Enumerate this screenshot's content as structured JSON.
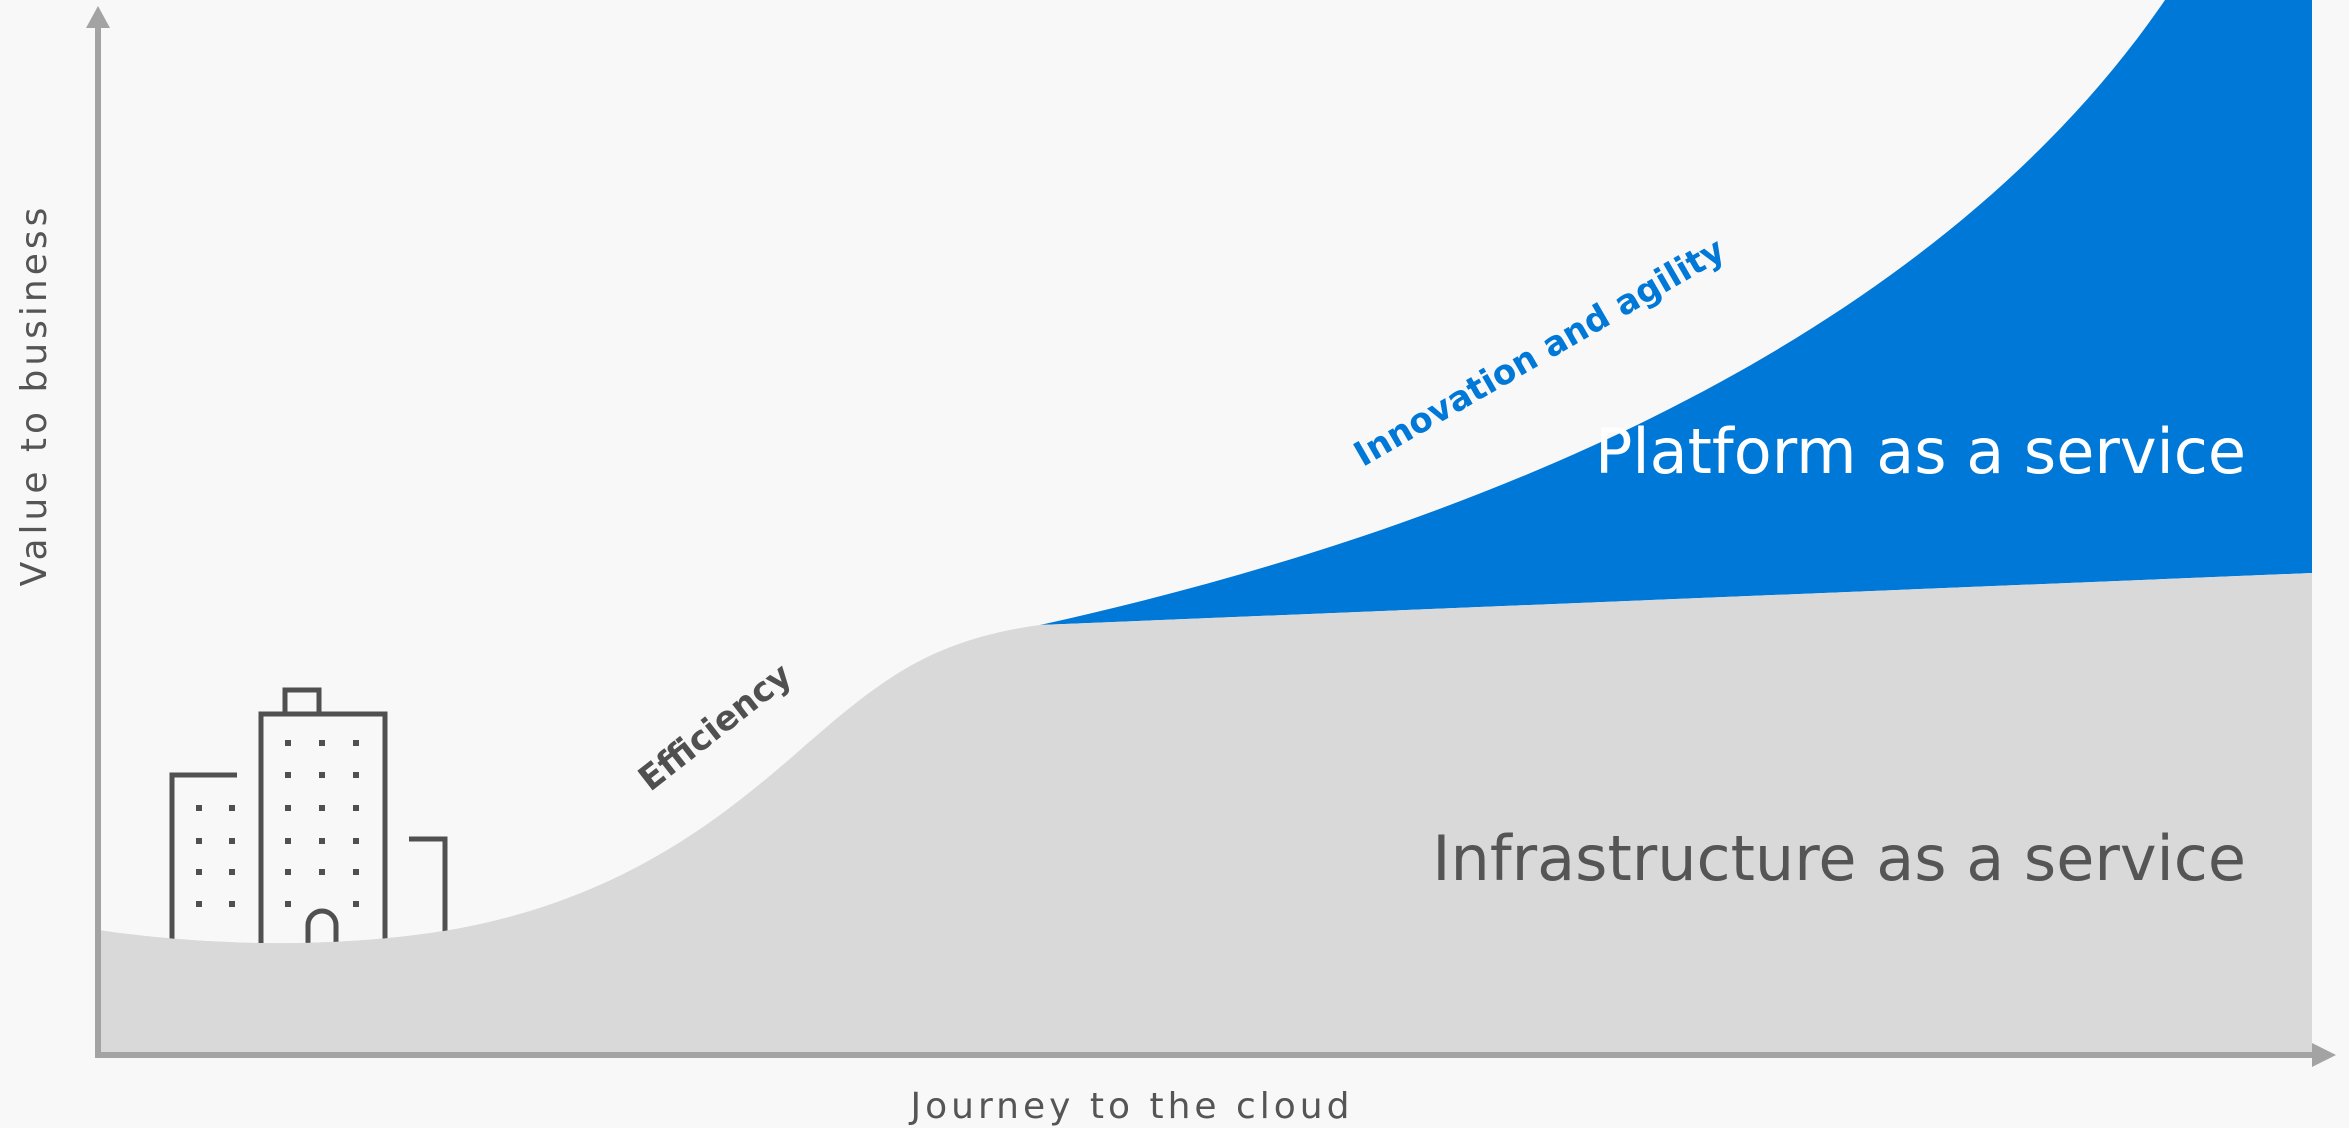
{
  "colors": {
    "background": "#f8f8f8",
    "axis": "#a3a3a3",
    "iaas_fill": "#d9d9d9",
    "paas_fill": "#0078d7",
    "icon_stroke": "#505050",
    "dark_text": "#555555",
    "blue_text": "#0078d7",
    "white_text": "#ffffff"
  },
  "axes": {
    "x_title": "Journey to the cloud",
    "y_title": "Value to business"
  },
  "curve_labels": {
    "efficiency": "Efficiency",
    "innovation": "Innovation and agility"
  },
  "regions": {
    "paas": "Platform as a service",
    "iaas": "Infrastructure as a service"
  },
  "icons": {
    "buildings": "office-buildings-icon"
  }
}
